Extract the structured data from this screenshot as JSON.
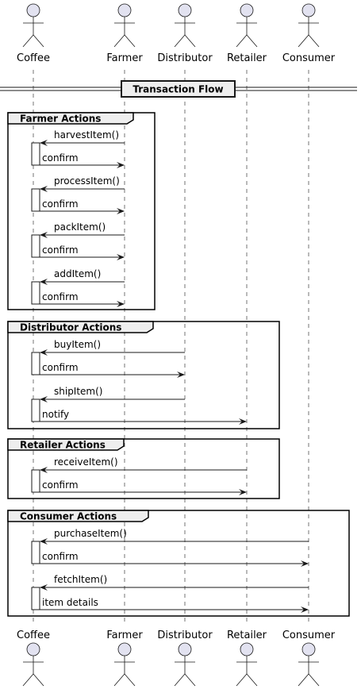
{
  "actors": [
    {
      "id": "coffee",
      "name": "Coffee"
    },
    {
      "id": "farmer",
      "name": "Farmer"
    },
    {
      "id": "distributor",
      "name": "Distributor"
    },
    {
      "id": "retailer",
      "name": "Retailer"
    },
    {
      "id": "consumer",
      "name": "Consumer"
    }
  ],
  "divider": {
    "title": "Transaction Flow"
  },
  "groups": [
    {
      "title": "Farmer Actions",
      "messages": [
        {
          "call": "harvestItem()",
          "reply": "confirm",
          "from": "farmer"
        },
        {
          "call": "processItem()",
          "reply": "confirm",
          "from": "farmer"
        },
        {
          "call": "packItem()",
          "reply": "confirm",
          "from": "farmer"
        },
        {
          "call": "addItem()",
          "reply": "confirm",
          "from": "farmer"
        }
      ]
    },
    {
      "title": "Distributor Actions",
      "messages": [
        {
          "call": "buyItem()",
          "reply": "confirm",
          "from": "distributor",
          "to": "distributor"
        },
        {
          "call": "shipItem()",
          "reply": "notify",
          "from": "distributor",
          "to": "retailer"
        }
      ]
    },
    {
      "title": "Retailer Actions",
      "messages": [
        {
          "call": "receiveItem()",
          "reply": "confirm",
          "from": "retailer"
        }
      ]
    },
    {
      "title": "Consumer Actions",
      "messages": [
        {
          "call": "purchaseItem()",
          "reply": "confirm",
          "from": "consumer"
        },
        {
          "call": "fetchItem()",
          "reply": "item details",
          "from": "consumer"
        }
      ]
    }
  ],
  "colors": {
    "actor_fill": "#E2E2F0",
    "actor_stroke": "#181818",
    "lifeline": "#181818",
    "frame_header_fill": "#EEEEEE",
    "activation_fill": "#FFFFFF"
  }
}
